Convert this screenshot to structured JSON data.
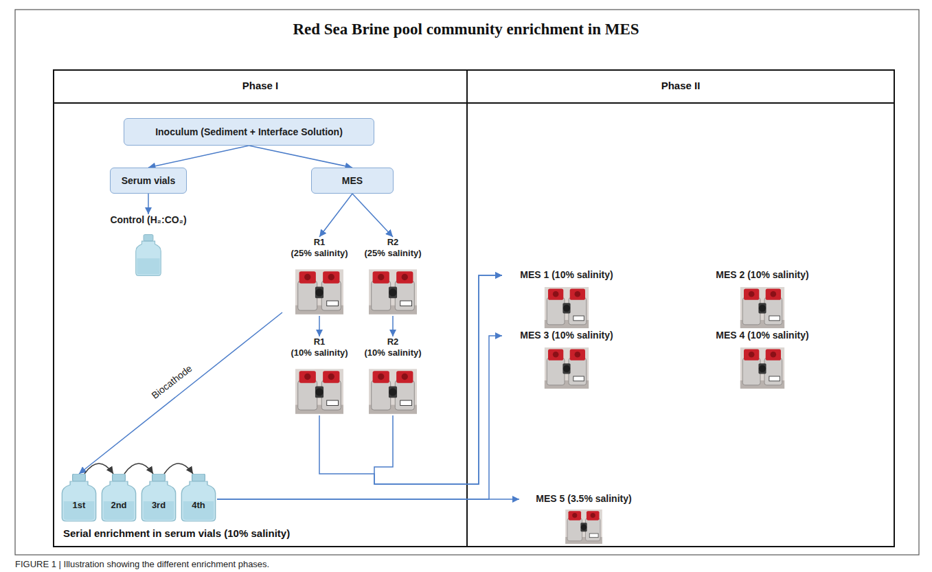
{
  "diagram": {
    "title": "Red Sea Brine pool community enrichment in MES",
    "caption": "FIGURE 1 | Illustration showing the different enrichment phases.",
    "nodes": [
      {
        "text": [
          "Inoculum (Sediment + Interface Solution)"
        ]
      },
      {
        "text": [
          "Serum vials"
        ]
      },
      {
        "text": [
          "MES"
        ]
      },
      {
        "text": [
          "Control (H₂:CO₂)"
        ]
      },
      {
        "text": [
          "R1",
          "(25% salinity)"
        ]
      },
      {
        "text": [
          "R2",
          "(25% salinity)"
        ]
      },
      {
        "text": [
          "R1",
          "(10% salinity)"
        ]
      },
      {
        "text": [
          "R2",
          "(10% salinity)"
        ]
      },
      {
        "text": [
          "1st"
        ]
      },
      {
        "text": [
          "2nd"
        ]
      },
      {
        "text": [
          "3rd"
        ]
      },
      {
        "text": [
          "4th"
        ]
      },
      {
        "text": [
          "MES 1 (10% salinity)"
        ]
      },
      {
        "text": [
          "MES 2 (10% salinity)"
        ]
      },
      {
        "text": [
          "MES 3 (10% salinity)"
        ]
      },
      {
        "text": [
          "MES 4 (10% salinity)"
        ]
      },
      {
        "text": [
          "MES 5 (3.5% salinity)"
        ]
      }
    ],
    "edges": [
      {
        "from": 0,
        "to": 1,
        "arrow": "to"
      },
      {
        "from": 0,
        "to": 2,
        "arrow": "to"
      },
      {
        "from": 1,
        "to": 3,
        "arrow": "to"
      },
      {
        "from": 2,
        "to": 4,
        "arrow": "to"
      },
      {
        "from": 2,
        "to": 5,
        "arrow": "to"
      },
      {
        "from": 4,
        "to": 6,
        "arrow": "to"
      },
      {
        "from": 5,
        "to": 7,
        "arrow": "to"
      },
      {
        "from": 4,
        "to": 8,
        "label": "Biocathode",
        "arrow": "to"
      },
      {
        "from": 8,
        "to": 9,
        "arrow": "to"
      },
      {
        "from": 9,
        "to": 10,
        "arrow": "to"
      },
      {
        "from": 10,
        "to": 11,
        "arrow": "to"
      },
      {
        "from": 6,
        "to": 12,
        "arrow": "to"
      },
      {
        "from": 7,
        "to": 12,
        "arrow": "to"
      },
      {
        "from": 11,
        "to": 14,
        "arrow": "to"
      },
      {
        "from": 11,
        "to": 16,
        "arrow": "to"
      }
    ],
    "labels": [
      "Phase I",
      "Phase II",
      "Serial enrichment in serum vials (10% salinity)"
    ]
  }
}
